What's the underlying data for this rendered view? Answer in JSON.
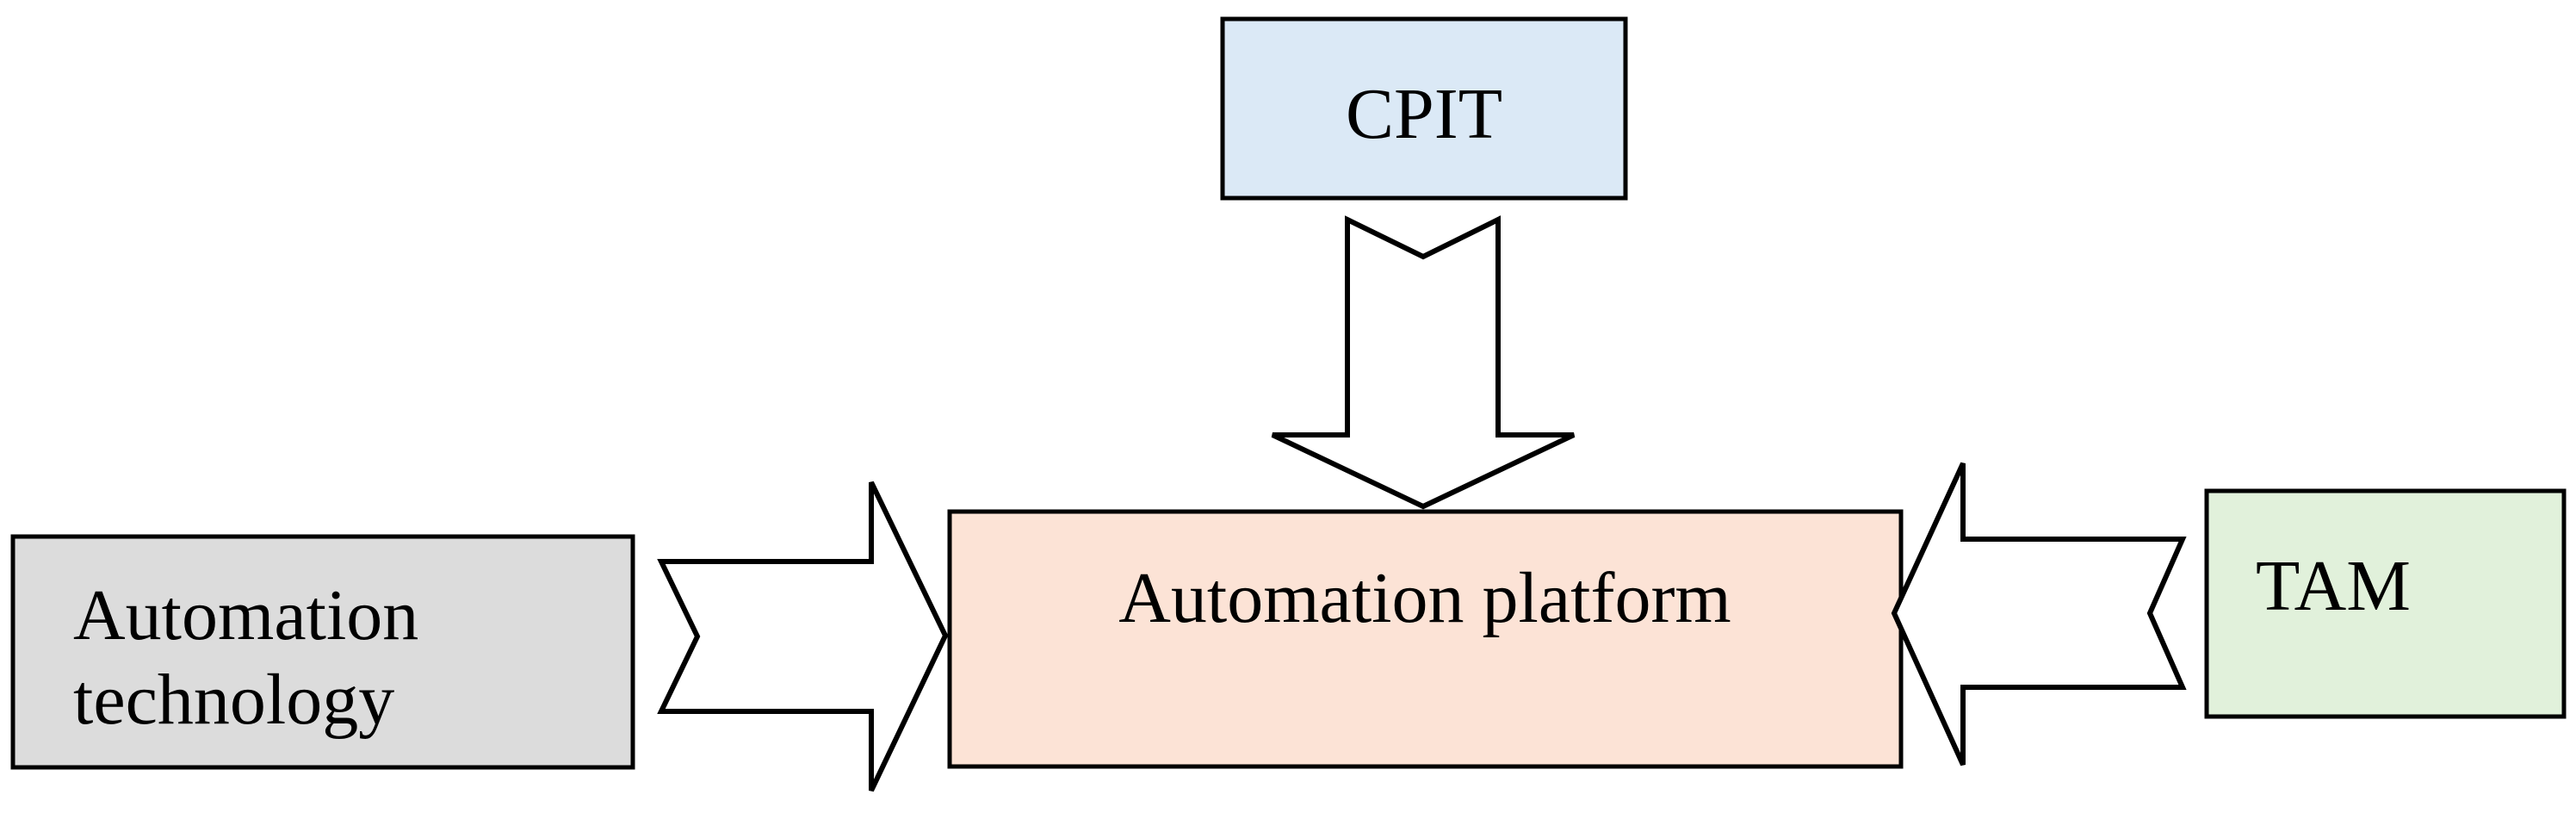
{
  "diagram": {
    "nodes": {
      "cpit": {
        "label": "CPIT",
        "fill": "#dbe9f6"
      },
      "platform": {
        "label": "Automation platform",
        "fill": "#fce3d6"
      },
      "automation_technology": {
        "label_lines": [
          "Automation",
          "technology"
        ],
        "fill": "#dcdcdc"
      },
      "tam": {
        "label": "TAM",
        "fill": "#e1f1db"
      }
    },
    "arrows": [
      {
        "from": "cpit",
        "to": "platform",
        "style": "hollow-notched"
      },
      {
        "from": "automation_technology",
        "to": "platform",
        "style": "hollow-notched"
      },
      {
        "from": "tam",
        "to": "platform",
        "style": "hollow-notched"
      }
    ],
    "stroke_color": "#000000"
  }
}
